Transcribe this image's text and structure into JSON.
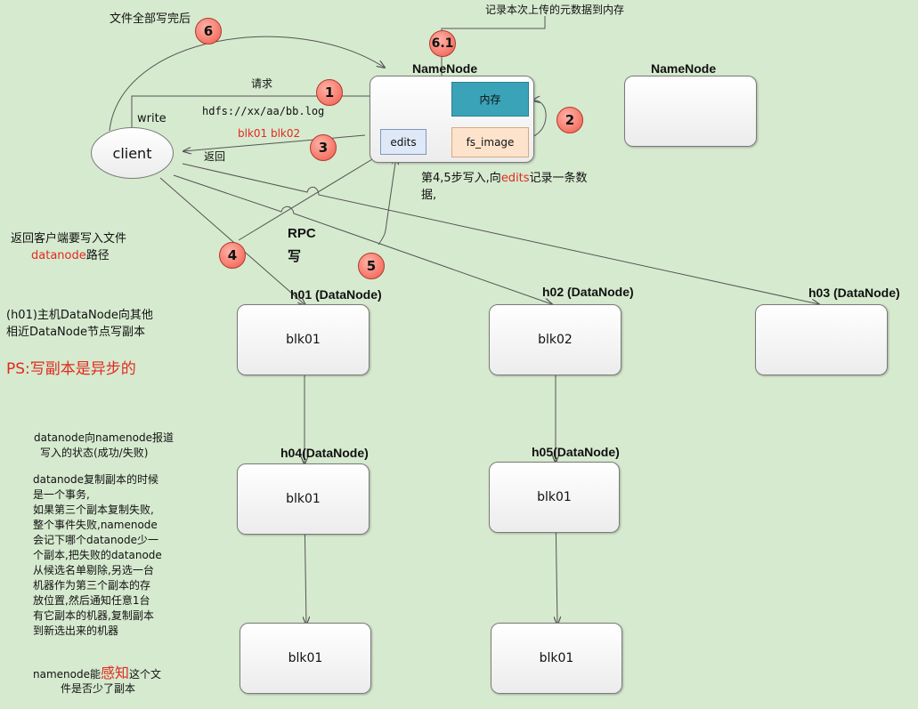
{
  "top_label": "文件全部写完后",
  "memo_label": "记录本次上传的元数据到内存",
  "namenode_main": {
    "title": "NameNode",
    "memory": "内存",
    "edits": "edits",
    "fs_image": "fs_image"
  },
  "namenode_secondary": {
    "title": "NameNode"
  },
  "client": {
    "label": "client",
    "write_label": "write"
  },
  "request": {
    "label": "请求",
    "path": "hdfs://xx/aa/bb.log"
  },
  "response": {
    "blocks": "blk01 blk02",
    "label": "返回"
  },
  "steps": [
    "1",
    "2",
    "3",
    "4",
    "5",
    "6",
    "6.1"
  ],
  "edits_note": {
    "prefix": "第4,5步写入,向",
    "highlight": "edits",
    "suffix": "记录一条数",
    "line2": "据,"
  },
  "rpc": {
    "line1": "RPC",
    "line2": "写"
  },
  "left_notes": {
    "return_path_1": "返回客户端要写入文件",
    "return_path_2_red": "datanode",
    "return_path_2_rest": "路径",
    "replicate_1": "(h01)主机DataNode向其他",
    "replicate_2": "相近DataNode节点写副本",
    "ps": "PS:写副本是异步的",
    "report_1": "datanode向namenode报道",
    "report_2": "写入的状态(成功/失败)",
    "tx_lines": [
      "datanode复制副本的时候",
      "是一个事务,",
      "如果第三个副本复制失败,",
      "整个事件失败,namenode",
      "会记下哪个datanode少一",
      "个副本,把失败的datanode",
      "从候选名单剔除,另选一台",
      "机器作为第三个副本的存",
      "放位置,然后通知任意1台",
      "有它副本的机器,复制副本",
      "到新选出来的机器"
    ],
    "aware_prefix": "namenode能",
    "aware_red": "感知",
    "aware_suffix": "这个文",
    "aware_line2": "件是否少了副本"
  },
  "datanodes": [
    {
      "title": "h01 (DataNode)",
      "block": "blk01"
    },
    {
      "title": "h02  (DataNode)",
      "block": "blk02"
    },
    {
      "title": "h03 (DataNode)",
      "block": ""
    },
    {
      "title": "h04(DataNode)",
      "block": "blk01"
    },
    {
      "title": "h05(DataNode)",
      "block": "blk01"
    }
  ],
  "replica_blocks": [
    "blk01",
    "blk01"
  ],
  "colors": {
    "background": "#d6eacf",
    "memory_box": "#3aa3b8",
    "fsimage_box": "#fde3cc",
    "edits_box": "#dfe8f7",
    "badge": "#f05a4a",
    "accent_red": "#e02a1f"
  }
}
